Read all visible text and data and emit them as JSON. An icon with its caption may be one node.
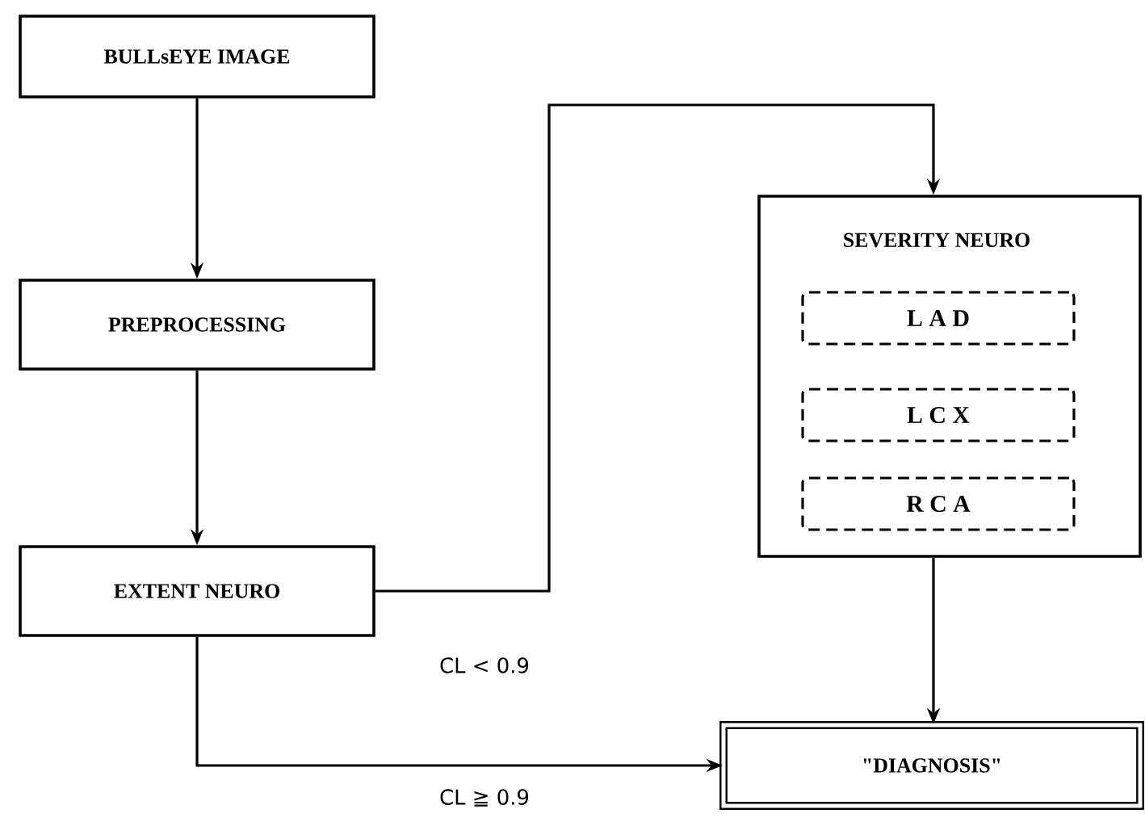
{
  "diagram": {
    "nodes": [
      {
        "text": [
          "BULLsEYE IMAGE"
        ]
      },
      {
        "text": [
          "PREPROCESSING"
        ]
      },
      {
        "text": [
          "EXTENT NEURO"
        ]
      },
      {
        "text": [
          "SEVERITY NEURO"
        ]
      },
      {
        "text": [
          "L A D"
        ],
        "in": 3
      },
      {
        "text": [
          "L C X"
        ],
        "in": 3
      },
      {
        "text": [
          "R C A"
        ],
        "in": 3
      },
      {
        "text": [
          "\"DIAGNOSIS\""
        ]
      }
    ],
    "edges": [
      {
        "from": 0,
        "to": 1,
        "arrow": "to"
      },
      {
        "from": 1,
        "to": 2,
        "arrow": "to"
      },
      {
        "from": 2,
        "to": 3,
        "arrow": "to",
        "label": "CL < 0.9"
      },
      {
        "from": 3,
        "to": 7,
        "arrow": "to"
      },
      {
        "from": 2,
        "to": 7,
        "arrow": "to",
        "label": "CL ≧ 0.9"
      }
    ]
  }
}
